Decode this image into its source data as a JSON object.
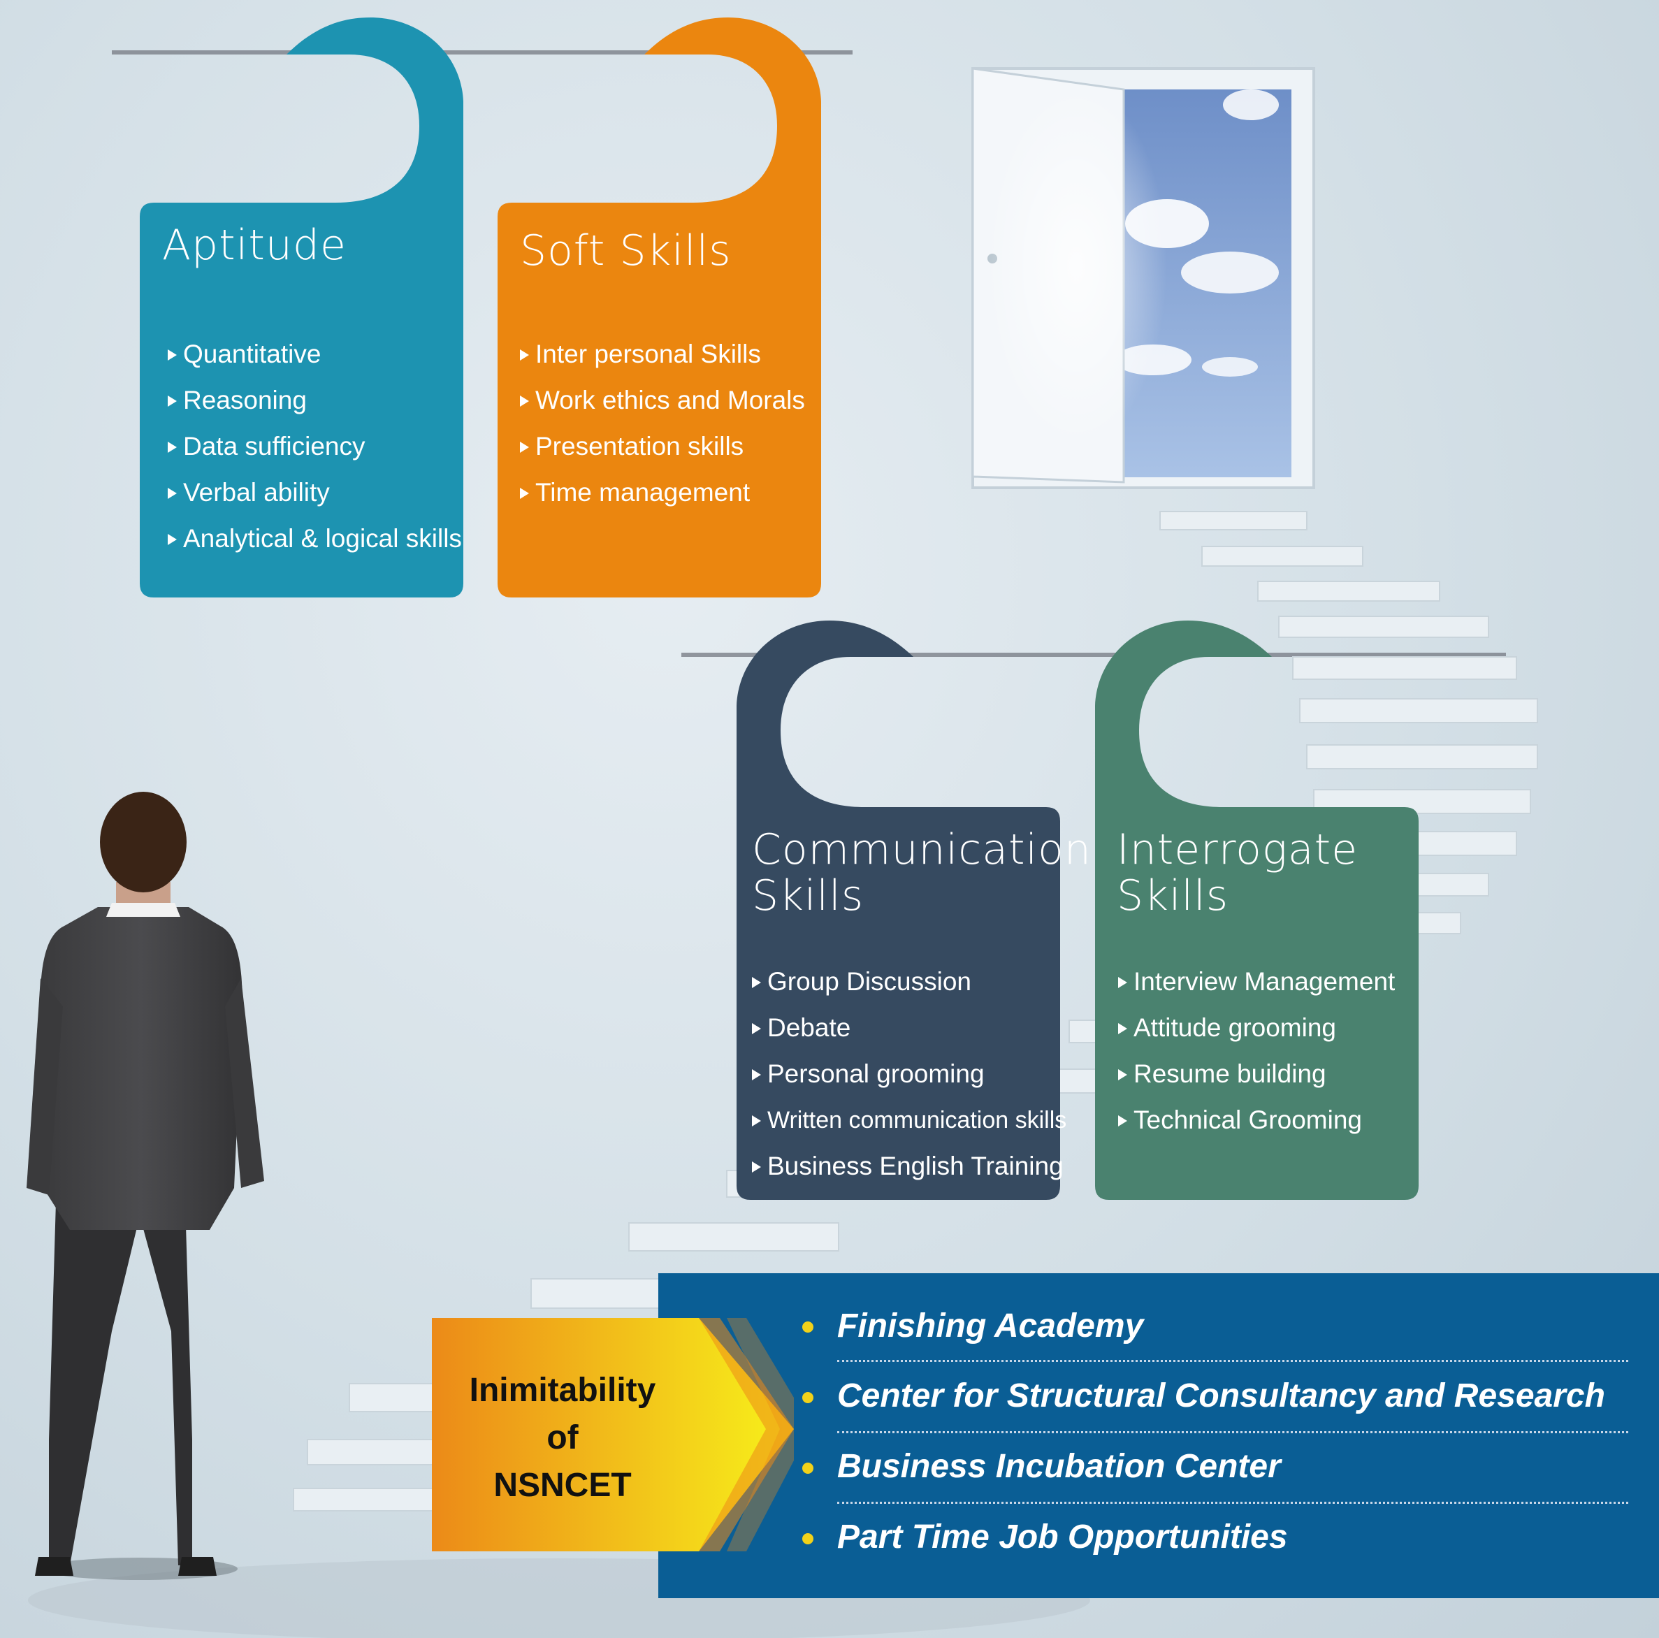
{
  "cards": [
    {
      "id": "aptitude",
      "title_lines": [
        "Aptitude"
      ],
      "color": "#1d93b1",
      "items": [
        "Quantitative",
        "Reasoning",
        "Data sufficiency",
        "Verbal ability",
        "Analytical & logical skills"
      ]
    },
    {
      "id": "soft-skills",
      "title_lines": [
        "Soft Skills"
      ],
      "color": "#eb860f",
      "items": [
        "Inter personal Skills",
        "Work ethics and Morals",
        "Presentation skills",
        "Time management"
      ]
    },
    {
      "id": "communication",
      "title_lines": [
        "Communication",
        "Skills"
      ],
      "color": "#364a60",
      "items": [
        "Group Discussion",
        "Debate",
        "Personal grooming",
        "Written communication skills",
        "Business English Training"
      ]
    },
    {
      "id": "interrogate",
      "title_lines": [
        "Interrogate",
        "Skills"
      ],
      "color": "#4a826f",
      "items": [
        "Interview Management",
        "Attitude grooming",
        "Resume building",
        "Technical Grooming"
      ]
    }
  ],
  "banner": {
    "label_lines": [
      "Inimitability",
      "of",
      "NSNCET"
    ],
    "panel_color": "#0a5e95",
    "bullet_color": "#f2d21a",
    "features": [
      "Finishing Academy",
      "Center for Structural Consultancy and Research",
      "Business Incubation Center",
      "Part Time Job Opportunities"
    ]
  },
  "scene": {
    "illustrations": [
      "open-door-with-sky",
      "floating-staircase",
      "businessman-from-behind"
    ]
  }
}
